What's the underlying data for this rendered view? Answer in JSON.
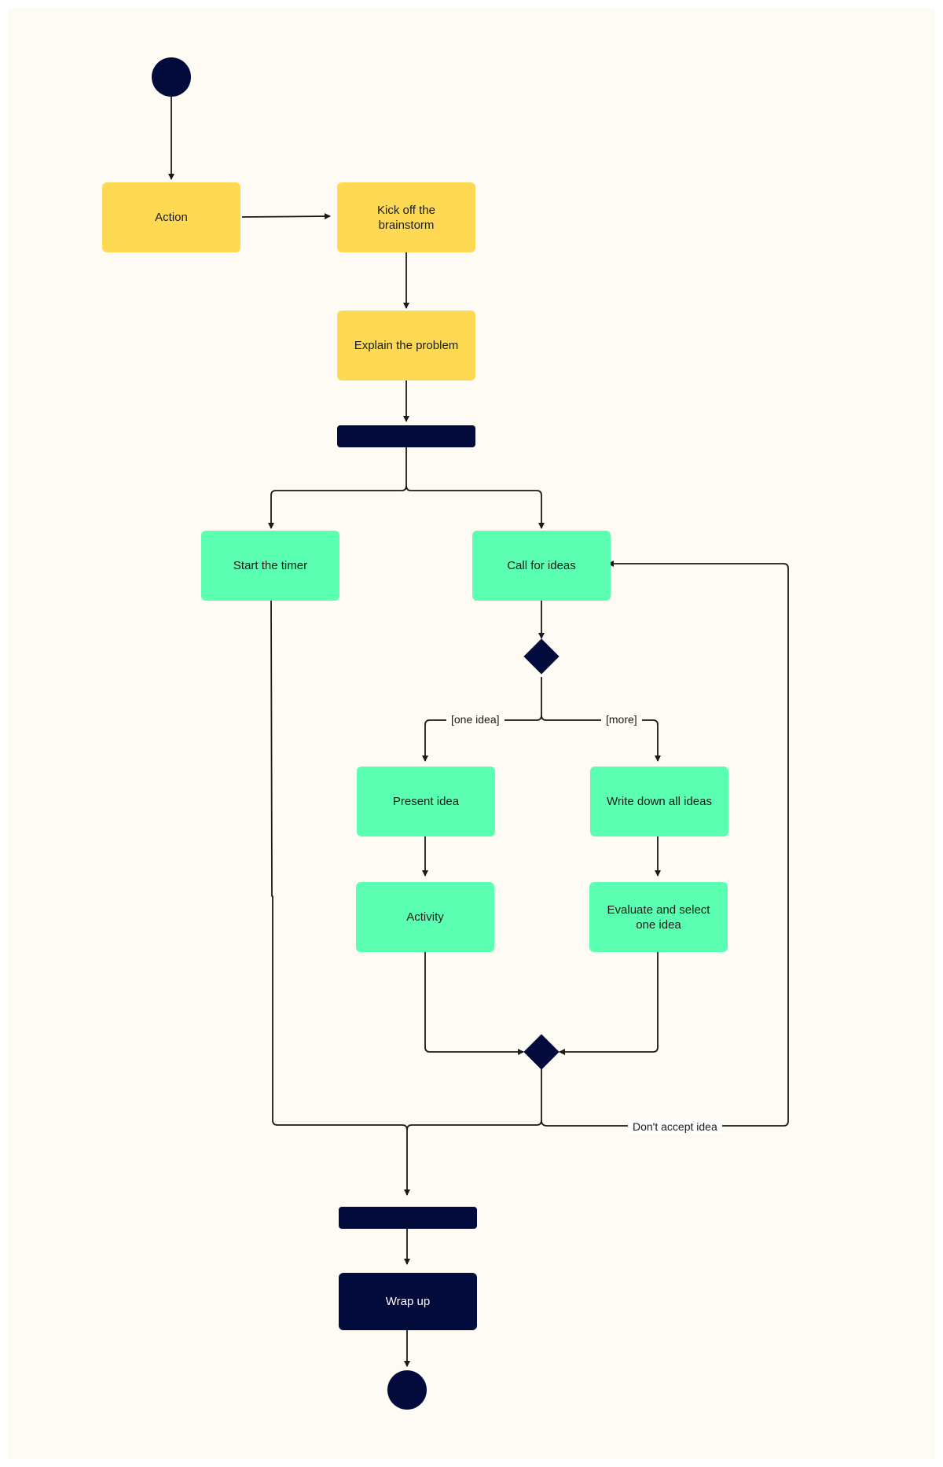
{
  "nodes": {
    "action": "Action",
    "kickoff": "Kick off the brainstorm",
    "explain": "Explain the problem",
    "start_timer": "Start the timer",
    "call_ideas": "Call for ideas",
    "present_idea": "Present idea",
    "write_down": "Write down all ideas",
    "activity": "Activity",
    "evaluate": "Evaluate and select one idea",
    "wrap_up": "Wrap up"
  },
  "guards": {
    "one_idea": "[one idea]",
    "more": "[more]",
    "dont_accept": "Don't accept idea"
  },
  "colors": {
    "action_fill": "#fed954",
    "activity_fill": "#5affb1",
    "control_fill": "#020b3b",
    "background": "#fdfbf4",
    "edge": "#1a1a1a"
  }
}
